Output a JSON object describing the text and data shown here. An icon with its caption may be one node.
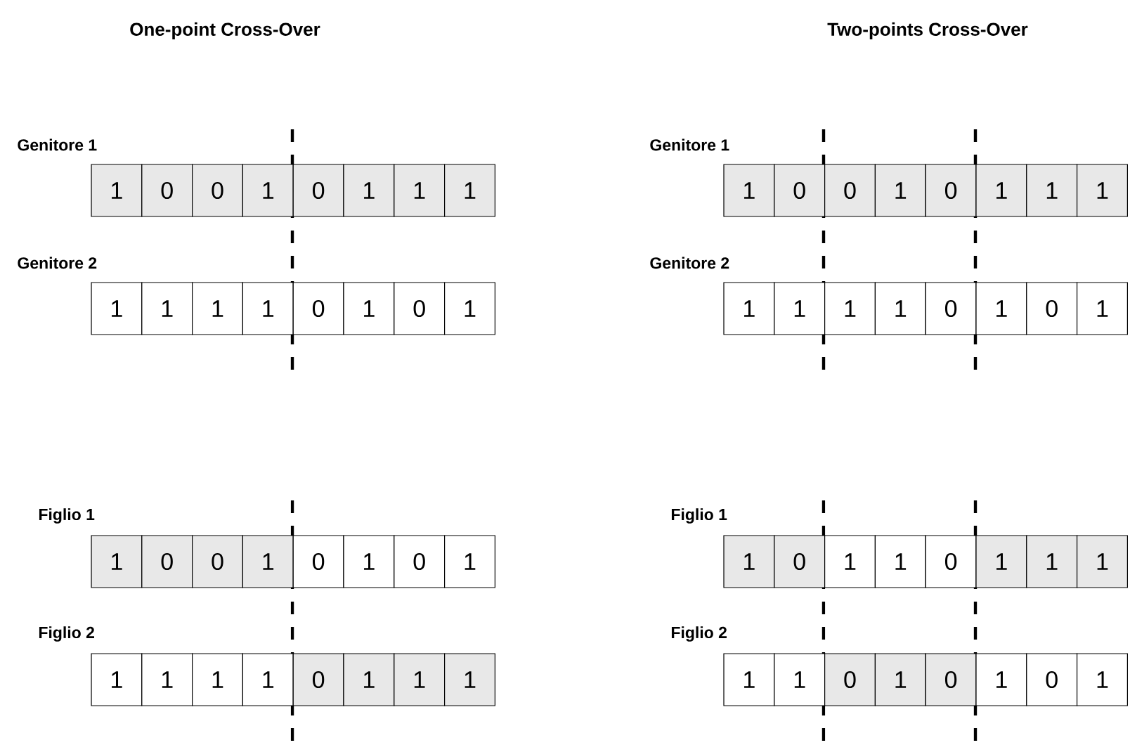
{
  "diagram": {
    "labels": [
      "One-point Cross-Over",
      "Two-points Cross-Over",
      "Genitore 1",
      "1",
      "0",
      "0",
      "1",
      "0",
      "1",
      "1",
      "1",
      "Genitore 1",
      "1",
      "0",
      "0",
      "1",
      "0",
      "1",
      "1",
      "1",
      "Genitore 2",
      "1",
      "1",
      "1",
      "1",
      "0",
      "1",
      "0",
      "1",
      "Genitore 2",
      "1",
      "1",
      "1",
      "1",
      "0",
      "1",
      "0",
      "1",
      "Figlio 1",
      "1",
      "0",
      "0",
      "1",
      "0",
      "1",
      "0",
      "1",
      "Figlio 1",
      "1",
      "0",
      "1",
      "1",
      "0",
      "1",
      "1",
      "1",
      "Figlio 2",
      "1",
      "1",
      "1",
      "1",
      "0",
      "1",
      "1",
      "1",
      "Figlio 2",
      "1",
      "1",
      "0",
      "1",
      "0",
      "1",
      "0",
      "1"
    ]
  }
}
